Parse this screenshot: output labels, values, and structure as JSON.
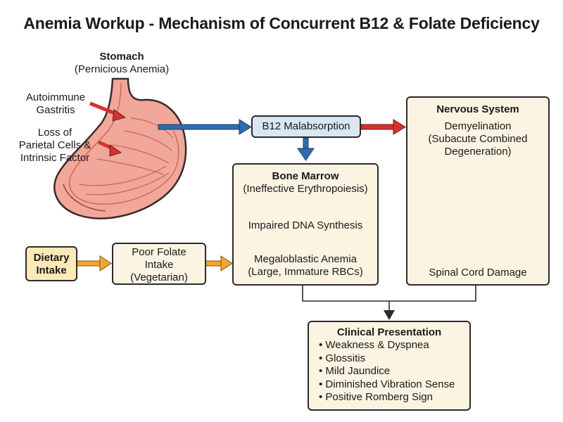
{
  "title": "Anemia Workup - Mechanism of Concurrent B12 & Folate Deficiency",
  "stomach": {
    "title": "Stomach",
    "subtitle": "(Pernicious Anemia)"
  },
  "causes": {
    "autoimmune": [
      "Autoimmune",
      "Gastritis"
    ],
    "parietal": [
      "Loss of",
      "Parietal Cells &",
      "Intrinsic Factor"
    ]
  },
  "b12_box": "B12 Malabsorption",
  "nervous": {
    "title": "Nervous System",
    "lines": [
      "Demyelination",
      "(Subacute Combined",
      "Degeneration)"
    ],
    "footer": "Spinal Cord Damage"
  },
  "bone_marrow": {
    "title": "Bone Marrow",
    "subtitle": "(Ineffective Erythropoiesis)",
    "step1": "Impaired DNA Synthesis",
    "step2": [
      "Megaloblastic Anemia",
      "(Large, Immature RBCs)"
    ]
  },
  "dietary": [
    "Dietary",
    "Intake"
  ],
  "folate": [
    "Poor Folate",
    "Intake",
    "(Vegetarian)"
  ],
  "clinical": {
    "title": "Clinical Presentation",
    "items": [
      "• Weakness & Dyspnea",
      "• Glossitis",
      "• Mild Jaundice",
      "• Diminished Vibration Sense",
      "• Positive Romberg Sign"
    ]
  },
  "colors": {
    "red_arrow": "#d9302c",
    "blue_arrow": "#2f6bb0",
    "orange_arrow": "#f2a531",
    "stomach_fill": "#f1a79a",
    "cord_red": "#e02a2a",
    "cord_blue": "#bcd6ea"
  }
}
